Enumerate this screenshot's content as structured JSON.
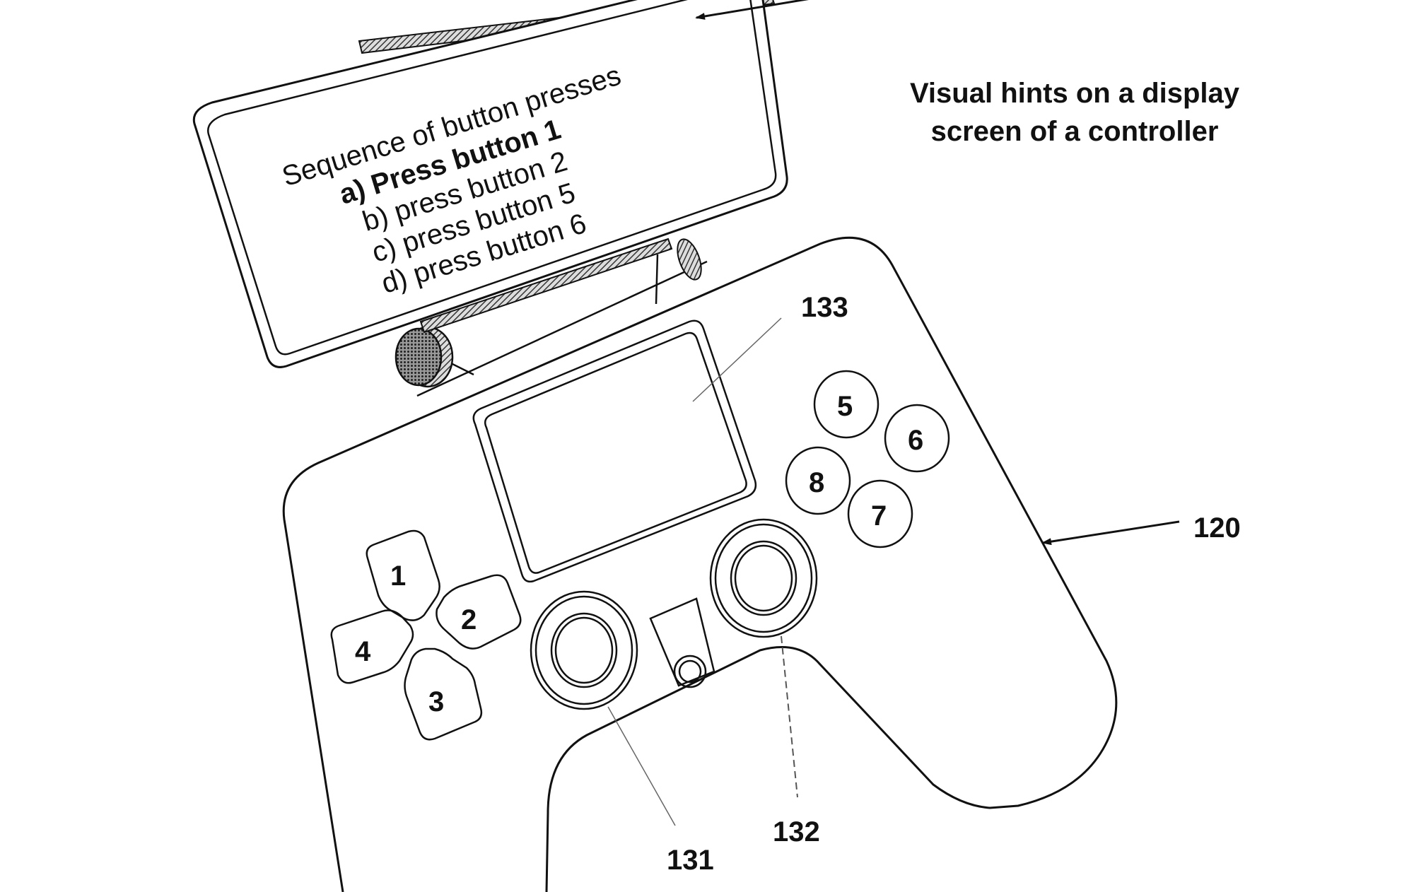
{
  "caption": {
    "line1": "Visual hints on a display",
    "line2": "screen of a controller"
  },
  "phone_screen": {
    "heading": "Sequence of button presses",
    "steps": [
      {
        "text": "a) Press button 1",
        "emphasis": "bold"
      },
      {
        "text": "b) press button 2",
        "emphasis": "normal"
      },
      {
        "text": "c) press button 5",
        "emphasis": "normal"
      },
      {
        "text": "d) press button 6",
        "emphasis": "normal"
      }
    ]
  },
  "controller": {
    "dpad_buttons": [
      "1",
      "2",
      "3",
      "4"
    ],
    "face_buttons": [
      "5",
      "6",
      "7",
      "8"
    ]
  },
  "reference_labels": {
    "controller": "120",
    "left_stick": "131",
    "right_stick": "132",
    "touchpad": "133"
  },
  "colors": {
    "line": "#111111",
    "background": "#ffffff",
    "hatch": "#555555"
  }
}
